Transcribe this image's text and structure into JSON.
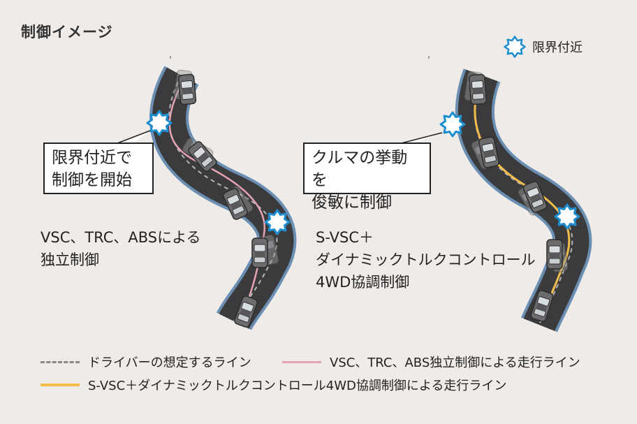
{
  "title": "制御イメージ",
  "limit_legend": {
    "icon": "burst-icon",
    "label": "限界付近"
  },
  "left": {
    "callout": [
      "限界付近で",
      "制御を開始"
    ],
    "description": [
      "VSC、TRC、ABSによる",
      "独立制御"
    ]
  },
  "right": {
    "callout": [
      "クルマの挙動を",
      "俊敏に制御"
    ],
    "description": [
      "S-VSC＋",
      "ダイナミックトルクコントロール",
      "4WD協調制御"
    ]
  },
  "legend": {
    "driver_line": "ドライバーの想定するライン",
    "independent_line": "VSC、TRC、ABS独立制御による走行ライン",
    "coordinated_line": "S-VSC＋ダイナミックトルクコントロール4WD協調制御による走行ライン"
  },
  "colors": {
    "road": "#3b3b3d",
    "road_edge": "#6b8fb3",
    "burst": "#1d8fd0",
    "pink_line": "#e6a3b1",
    "yellow_line": "#f2bd4b",
    "dash_line": "#999999"
  }
}
